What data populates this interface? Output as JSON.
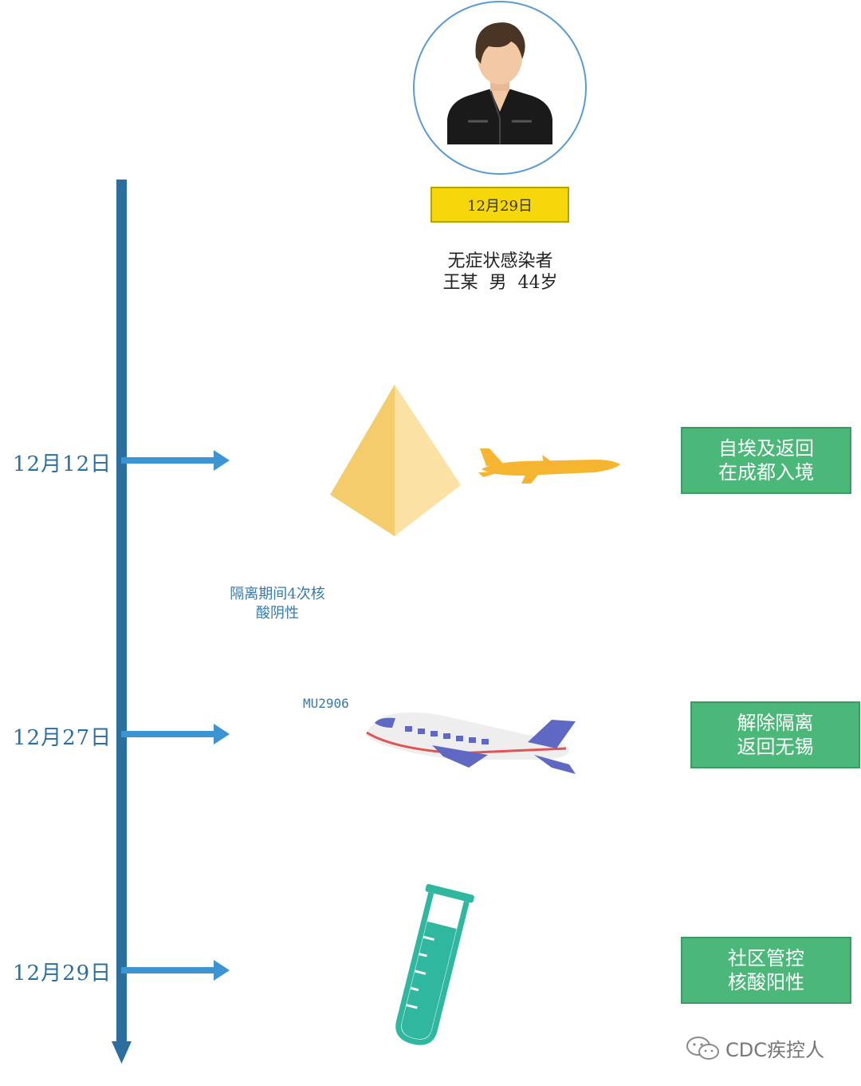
{
  "header": {
    "date_badge": "12月29日",
    "person_line1": "无症状感染者",
    "person_line2": "王某  男  44岁"
  },
  "timeline": [
    {
      "date": "12月12日",
      "event_line1": "自埃及返回",
      "event_line2": "在成都入境"
    },
    {
      "date": "12月27日",
      "event_line1": "解除隔离",
      "event_line2": "返回无锡"
    },
    {
      "date": "12月29日",
      "event_line1": "社区管控",
      "event_line2": "核酸阳性"
    }
  ],
  "notes": {
    "quarantine_line1": "隔离期间4次核",
    "quarantine_line2": "酸阴性",
    "flight_code": "MU2906"
  },
  "watermark": "CDC疾控人",
  "colors": {
    "timeline": "#2a6fa0",
    "arrow": "#3d94d3",
    "green_box": "#4bb87a",
    "yellow_badge": "#f6d80a",
    "pyramid_light": "#fbe1a3",
    "pyramid_dark": "#f4cc6c",
    "cargo_plane": "#f6b530",
    "test_tube": "#2fb7a0"
  }
}
